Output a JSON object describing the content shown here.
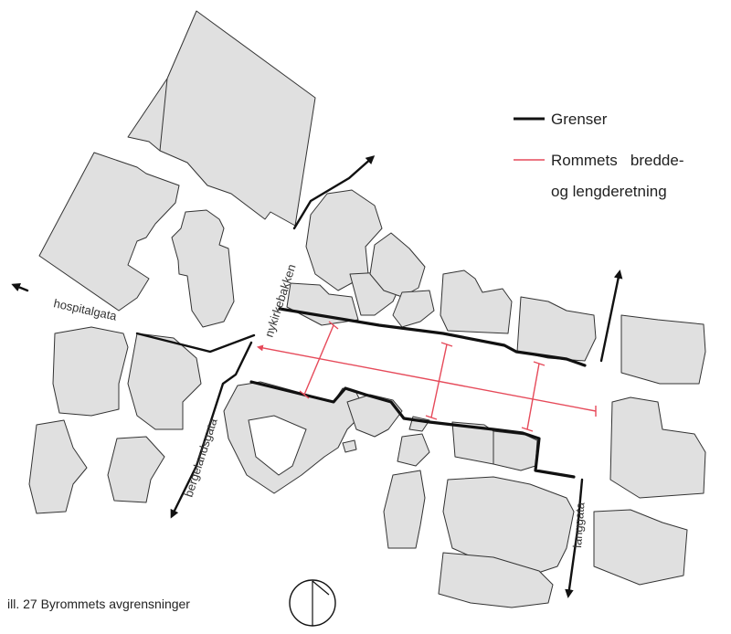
{
  "legend": {
    "border_label": "Grenser",
    "direction_label_line1": "Rommets   bredde-",
    "direction_label_line2": "og lengderetning"
  },
  "streets": {
    "hospitalgata": "hospitalgata",
    "nykirkebakken": "nykirkebakken",
    "bergelandsgata": "bergelandsgata",
    "langgata": "langgata"
  },
  "caption": "ill. 27 Byrommets avgrensninger",
  "colors": {
    "border": "#111111",
    "direction": "#e64a5a",
    "building_fill": "#e0e0e0",
    "building_stroke": "#333333"
  },
  "icons": [
    "north-arrow-icon"
  ]
}
